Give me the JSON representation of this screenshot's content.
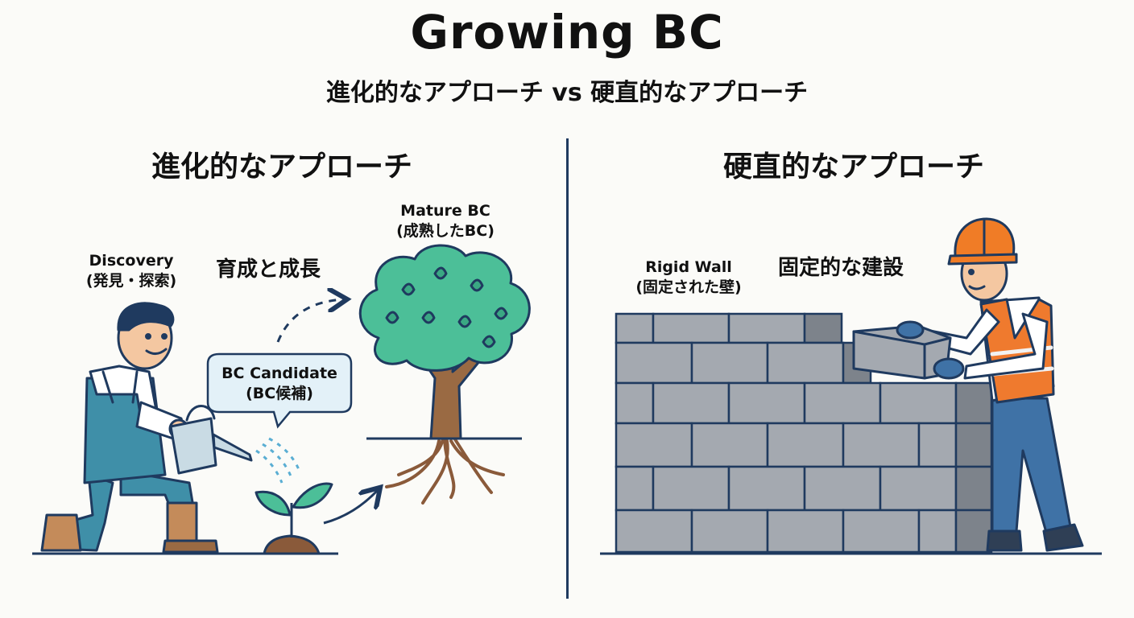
{
  "header": {
    "title": "Growing BC",
    "subtitle": "進化的なアプローチ vs 硬直的なアプローチ"
  },
  "left": {
    "heading": "進化的なアプローチ",
    "discovery": {
      "en": "Discovery",
      "jp": "(発見・探索)"
    },
    "growth_label": "育成と成長",
    "candidate": {
      "en": "BC Candidate",
      "jp": "(BC候補)"
    },
    "mature": {
      "en": "Mature BC",
      "jp": "(成熟したBC)"
    }
  },
  "right": {
    "heading": "硬直的なアプローチ",
    "wall": {
      "en": "Rigid Wall",
      "jp": "(固定された壁)"
    },
    "build_label": "固定的な建設"
  },
  "colors": {
    "navy": "#1f3a5f",
    "leaf_green": "#4cbf98",
    "bubble_fill": "#e3f1f8",
    "brick_gray": "#a4a9b0",
    "vest_orange": "#ef7a2e",
    "helmet_orange": "#f07c26",
    "overall_teal": "#3f8fa8"
  }
}
